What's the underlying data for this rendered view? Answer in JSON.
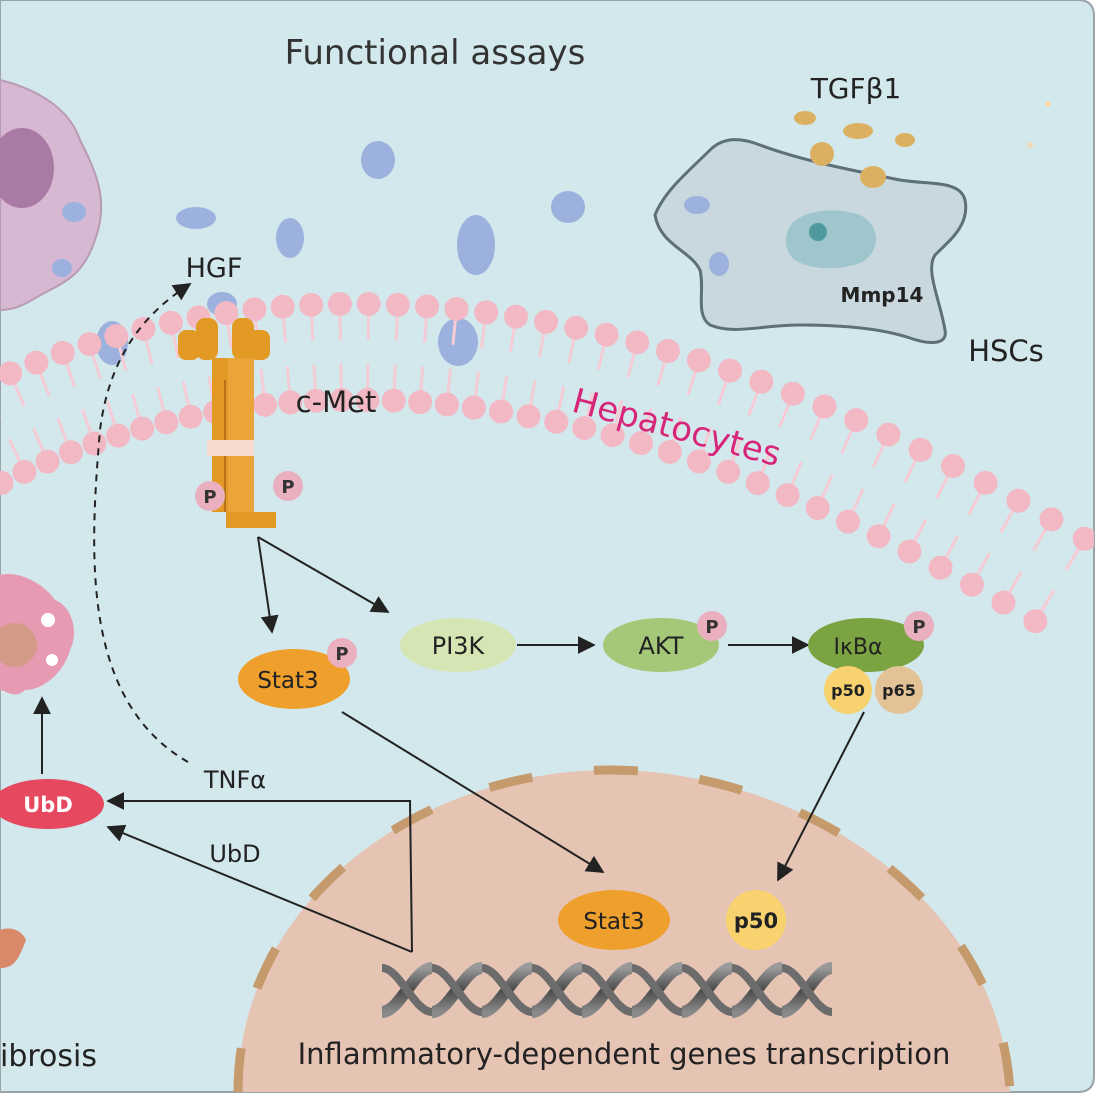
{
  "title": "Functional assays",
  "labels": {
    "tgfb1": "TGFβ1",
    "mmp14": "Mmp14",
    "hscs": "HSCs",
    "hgf": "HGF",
    "cmet": "c-Met",
    "hepatocytes": "Hepatocytes",
    "phospho": "P",
    "pi3k": "PI3K",
    "akt": "AKT",
    "ikba": "IκBα",
    "p50": "p50",
    "p65": "p65",
    "stat3": "Stat3",
    "tnfa": "TNFα",
    "ubd_node": "UbD",
    "ubd_arrow": "UbD",
    "stat3_nuclear": "Stat3",
    "p50_nuclear": "p50",
    "fibrosis": "ibrosis",
    "transcription": "Inflammatory-dependent  genes transcription"
  },
  "colors": {
    "background": "#d3e8ec",
    "membrane_head": "#f2b8c4",
    "hepatocytes_text": "#d7267a",
    "receptor": "#e39a24",
    "hgf_particle": "#9cb1dd",
    "tgf_particle": "#dcb061",
    "stat3": "#ef9f2c",
    "pi3k": "#d6e5b4",
    "akt": "#a4c877",
    "ikba": "#7ba341",
    "p50": "#f7d26e",
    "p65": "#e3c296",
    "ubd": "#e6485f",
    "nucleus": "#e6c4b4",
    "nuclear_border": "#c59a6c"
  }
}
